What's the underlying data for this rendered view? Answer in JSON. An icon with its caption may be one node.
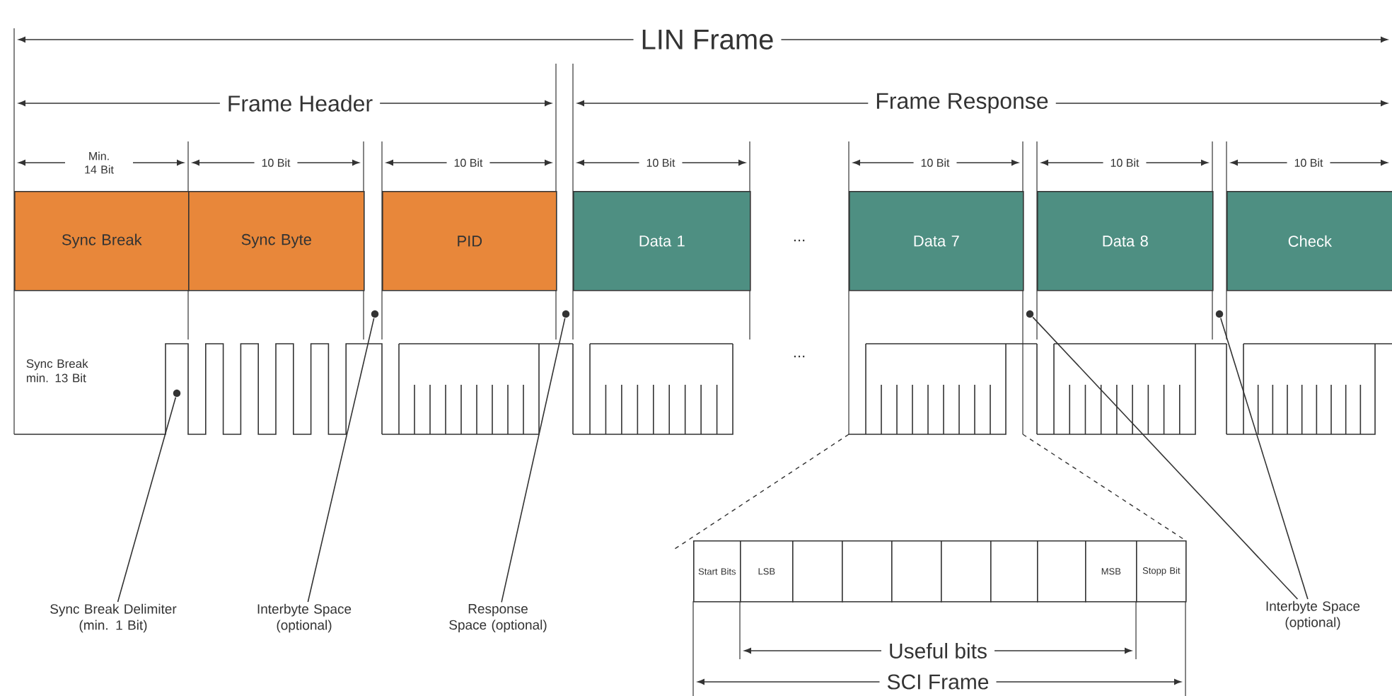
{
  "diagram": {
    "nodes": [
      {
        "text": [
          "Sync Break"
        ]
      },
      {
        "text": [
          "Sync Byte"
        ]
      },
      {
        "text": [
          "PID"
        ]
      },
      {
        "text": [
          "Data 1"
        ]
      },
      {
        "text": [
          "Data 7"
        ]
      },
      {
        "text": [
          "Data 8"
        ]
      },
      {
        "text": [
          "Check"
        ]
      },
      {
        "text": [
          "Start Bits"
        ]
      },
      {
        "text": [
          "LSB"
        ]
      },
      {
        "text": [],
        "shape": "box"
      },
      {
        "text": [],
        "shape": "box"
      },
      {
        "text": [],
        "shape": "box"
      },
      {
        "text": [],
        "shape": "box"
      },
      {
        "text": [],
        "shape": "box"
      },
      {
        "text": [],
        "shape": "box"
      },
      {
        "text": [
          "MSB"
        ]
      },
      {
        "text": [
          "Stopp Bit"
        ]
      },
      {
        "text": [
          "Sync Break Delimiter (min. 1 Bit)"
        ]
      },
      {
        "text": [
          "Interbyte Space (optional)"
        ]
      },
      {
        "text": [
          "Response Space (optional)"
        ]
      },
      {
        "text": [
          "Interbyte Space (optional)"
        ]
      },
      {
        "text": [],
        "shape": "circle"
      },
      {
        "text": [],
        "shape": "circle"
      },
      {
        "text": [],
        "shape": "circle"
      },
      {
        "text": [],
        "shape": "circle"
      },
      {
        "text": [],
        "shape": "circle"
      }
    ],
    "edges": [
      {
        "from": 17,
        "to": 21,
        "arrow": "none"
      },
      {
        "from": 18,
        "to": 22,
        "arrow": "none"
      },
      {
        "from": 19,
        "to": 23,
        "arrow": "none"
      },
      {
        "from": 20,
        "to": 24,
        "arrow": "none"
      },
      {
        "from": 20,
        "to": 25,
        "arrow": "none"
      }
    ],
    "labels": [
      "LIN Frame",
      "Frame Header",
      "Frame Response",
      "Min. 14 Bit",
      "10 Bit",
      "10 Bit",
      "10 Bit",
      "10 Bit",
      "10 Bit",
      "10 Bit",
      "...",
      "Sync Break min. 13 Bit",
      "...",
      "Useful bits",
      "SCI Frame"
    ]
  }
}
